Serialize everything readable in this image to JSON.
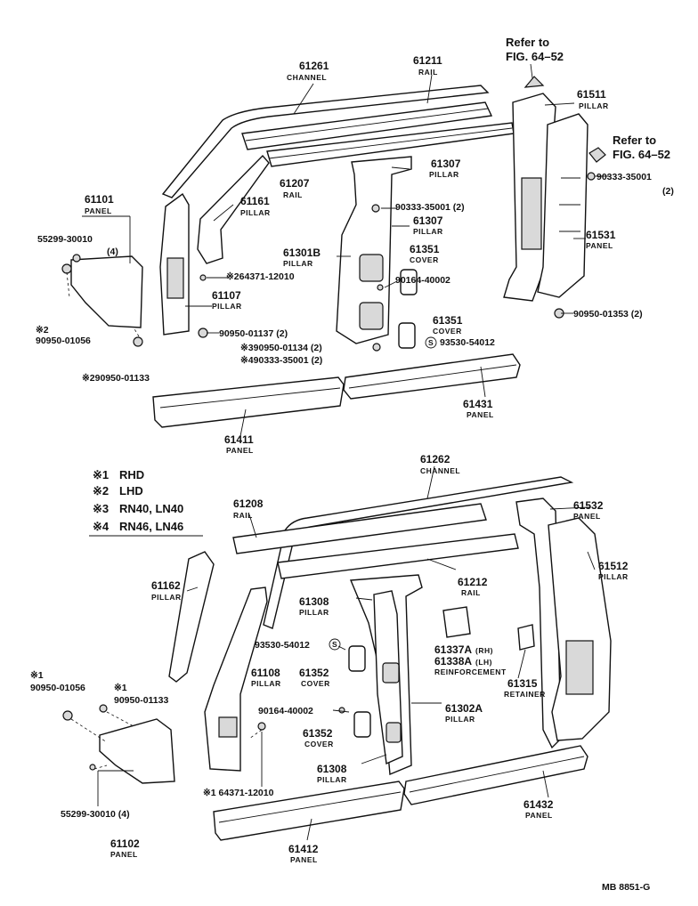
{
  "refs": {
    "r1a": "Refer to",
    "r1b": "FIG. 64–52",
    "r2a": "Refer to",
    "r2b": "FIG. 64–52"
  },
  "labels": {
    "p61261": "61261",
    "n61261": "CHANNEL",
    "p61211": "61211",
    "n61211": "RAIL",
    "p61511": "61511",
    "n61511": "PILLAR",
    "p61101": "61101",
    "n61101": "PANEL",
    "p61207": "61207",
    "n61207": "RAIL",
    "p61307a": "61307",
    "n61307a": "PILLAR",
    "p61307b": "61307",
    "n61307b": "PILLAR",
    "p61161": "61161",
    "n61161": "PILLAR",
    "p61301b": "61301B",
    "n61301b": "PILLAR",
    "p61351a": "61351",
    "n61351a": "COVER",
    "p61351b": "61351",
    "n61351b": "COVER",
    "p61107": "61107",
    "n61107": "PILLAR",
    "p61531": "61531",
    "n61531": "PANEL",
    "p61431": "61431",
    "n61431": "PANEL",
    "p61411": "61411",
    "n61411": "PANEL",
    "p61262": "61262",
    "n61262": "CHANNEL",
    "p61208": "61208",
    "n61208": "RAIL",
    "p61532": "61532",
    "n61532": "PANEL",
    "p61512": "61512",
    "n61512": "PILLAR",
    "p61162": "61162",
    "n61162": "PILLAR",
    "p61212": "61212",
    "n61212": "RAIL",
    "p61308a": "61308",
    "n61308a": "PILLAR",
    "p61337": "61337A",
    "s61337": "(RH)",
    "p61338": "61338A",
    "s61338": "(LH)",
    "n61338": "REINFORCEMENT",
    "p61108": "61108",
    "n61108": "PILLAR",
    "p61352a": "61352",
    "n61352a": "COVER",
    "p61315": "61315",
    "n61315": "RETAINER",
    "p61302a": "61302A",
    "n61302a": "PILLAR",
    "p61352b": "61352",
    "n61352b": "COVER",
    "p61308b": "61308",
    "n61308b": "PILLAR",
    "p61432": "61432",
    "n61432": "PANEL",
    "p61102": "61102",
    "n61102": "PANEL",
    "p61412": "61412",
    "n61412": "PANEL"
  },
  "fasteners": {
    "f1": "55299-30010",
    "f1q": "(4)",
    "f2": "90333-35001 (2)",
    "f3": "90333-35001",
    "f3q": "(2)",
    "f4": "※264371-12010",
    "f5": "90164-40002",
    "f6": "※2",
    "f6b": "90950-01056",
    "f7": "90950-01137 (2)",
    "f8": "※390950-01134 (2)",
    "f9": "※490333-35001 (2)",
    "f10": "93530-54012",
    "f11": "90950-01353 (2)",
    "f12": "※290950-01133",
    "f13": "93530-54012",
    "f14": "※1",
    "f14b": "90950-01056",
    "f15": "※1",
    "f15b": "90950-01133",
    "f16": "90164-40002",
    "f17": "※1 64371-12010",
    "f18": "55299-30010 (4)"
  },
  "legend": {
    "k1": "※1",
    "v1": "RHD",
    "k2": "※2",
    "v2": "LHD",
    "k3": "※3",
    "v3": "RN40, LN40",
    "k4": "※4",
    "v4": "RN46, LN46"
  },
  "footer": {
    "code": "MB 8851-G"
  },
  "symbol": {
    "s": "S"
  }
}
